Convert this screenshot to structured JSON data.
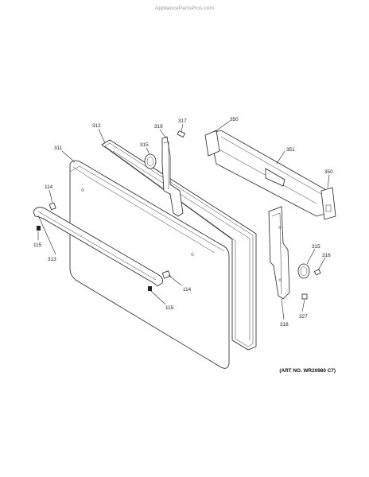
{
  "watermark": "AppliancePartsPros.com",
  "art_number": "(ART NO. WR20980 C7)",
  "callouts": {
    "c311": "311",
    "c312": "312",
    "c319": "319",
    "c317": "317",
    "c315a": "315",
    "c350a": "350",
    "c351": "351",
    "c350b": "350",
    "c114a": "114",
    "c115a": "115",
    "c313": "313",
    "c114b": "114",
    "c115b": "115",
    "c315b": "315",
    "c316": "316",
    "c318": "318",
    "c327": "327"
  }
}
